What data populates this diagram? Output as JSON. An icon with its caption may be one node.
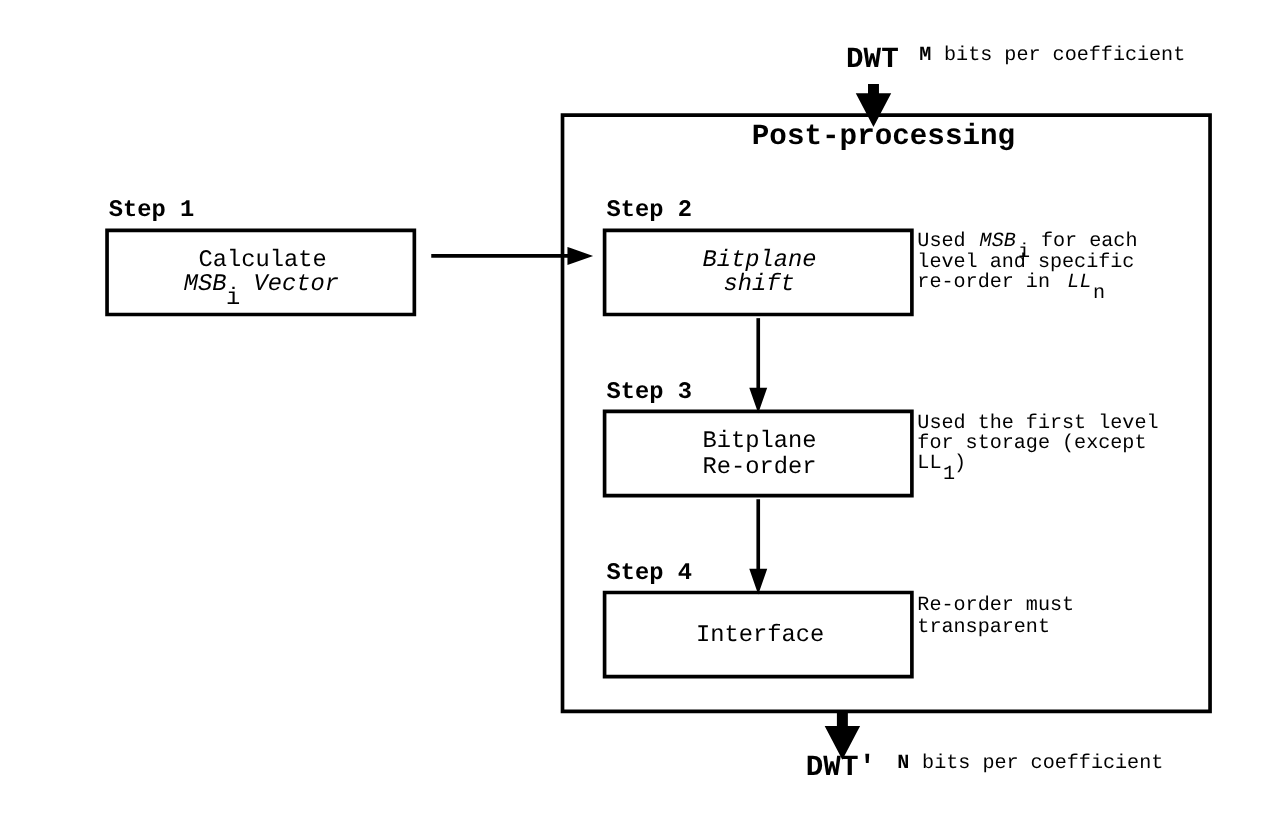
{
  "diagram": {
    "nodes": [
      {
        "text": [
          "DWT"
        ],
        "beside": [
          "**M** bits per coefficient"
        ]
      },
      {
        "text": [
          "Step 1",
          "Calculate *MSB*$_{i}$ *Vector*"
        ]
      },
      {
        "text": [
          "Post-processing"
        ]
      },
      {
        "text": [
          "Step 2",
          "*Bitplane shift*"
        ],
        "in": 2,
        "beside": [
          "Used *MSB*$_{i}$ for each level and specific re-order in *LL*$_{n}$"
        ]
      },
      {
        "text": [
          "Step 3",
          "Bitplane Re-order"
        ],
        "in": 2,
        "beside": [
          "Used the first level for storage (except LL$_{1}$)"
        ]
      },
      {
        "text": [
          "Step 4",
          "Interface"
        ],
        "in": 2,
        "beside": [
          "Re-order must transparent"
        ]
      },
      {
        "text": [
          "DWT′"
        ],
        "beside": [
          "**N** bits per coefficient"
        ]
      }
    ],
    "edges": [
      {
        "from": 0,
        "to": 2,
        "arrow": "to",
        "style": "thick"
      },
      {
        "from": 1,
        "to": 3,
        "arrow": "to"
      },
      {
        "from": 3,
        "to": 4,
        "arrow": "to"
      },
      {
        "from": 4,
        "to": 5,
        "arrow": "to"
      },
      {
        "from": 2,
        "to": 6,
        "arrow": "to",
        "style": "thick"
      }
    ]
  }
}
